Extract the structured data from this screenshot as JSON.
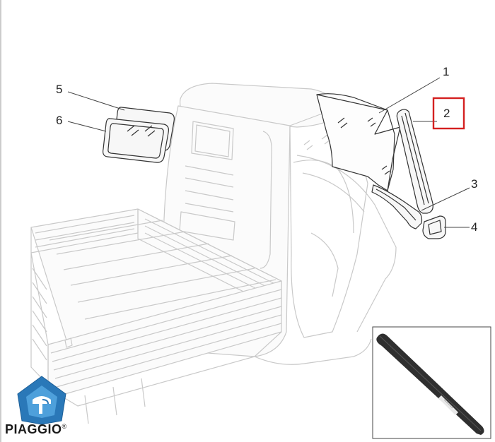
{
  "callouts": [
    {
      "id": "1",
      "label": "1",
      "highlighted": false
    },
    {
      "id": "2",
      "label": "2",
      "highlighted": true
    },
    {
      "id": "3",
      "label": "3",
      "highlighted": false
    },
    {
      "id": "4",
      "label": "4",
      "highlighted": false
    },
    {
      "id": "5",
      "label": "5",
      "highlighted": false
    },
    {
      "id": "6",
      "label": "6",
      "highlighted": false
    }
  ],
  "brand": {
    "name": "PIAGGIO",
    "reg_mark": "®"
  },
  "colors": {
    "highlight": "#d42020",
    "line": "#444444",
    "ghost": "#c9c9c9",
    "logo_blue": "#2a78b8"
  },
  "icons": [
    "piaggio-logo-icon"
  ]
}
